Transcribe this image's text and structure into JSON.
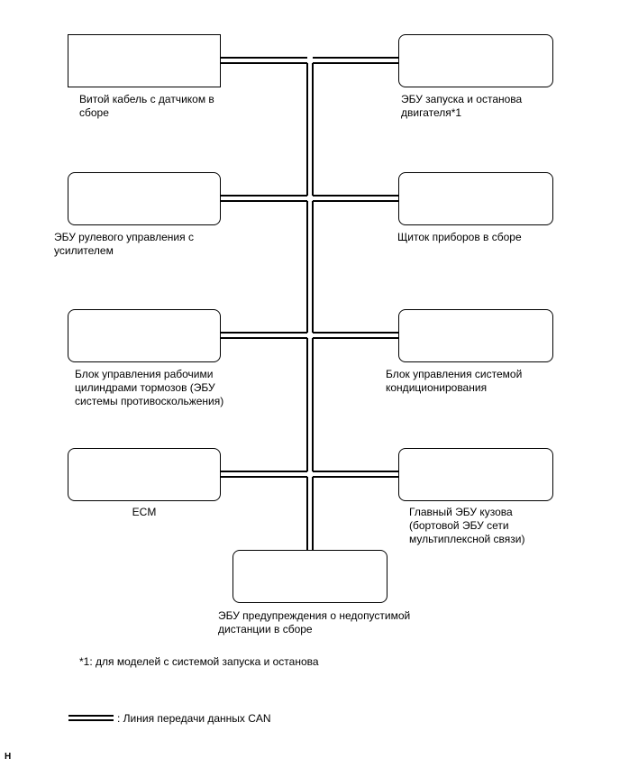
{
  "nodes": {
    "steering_sensor": "Витой кабель с датчиком в\nсборе",
    "stop_start_ecu": "ЭБУ запуска и останова\nдвигателя*1",
    "power_steering_ecu": "ЭБУ рулевого управления с\nусилителем",
    "combination_meter": "Щиток приборов в сборе",
    "brake_actuator": "Блок управления рабочими\nцилиндрами тормозов (ЭБУ\nсистемы противоскольжения)",
    "air_conditioning": "Блок управления системой\nкондиционирования",
    "ecm": "ECM",
    "main_body_ecu": "Главный ЭБУ кузова\n(бортовой ЭБУ сети\nмультиплексной связи)",
    "distance_warning_ecu": "ЭБУ предупреждения о недопустимой\nдистанции в сборе"
  },
  "footnote": "*1: для моделей с системой запуска и останова",
  "legend": {
    "label": ": Линия передачи данных CAN"
  },
  "corner_mark": "H"
}
